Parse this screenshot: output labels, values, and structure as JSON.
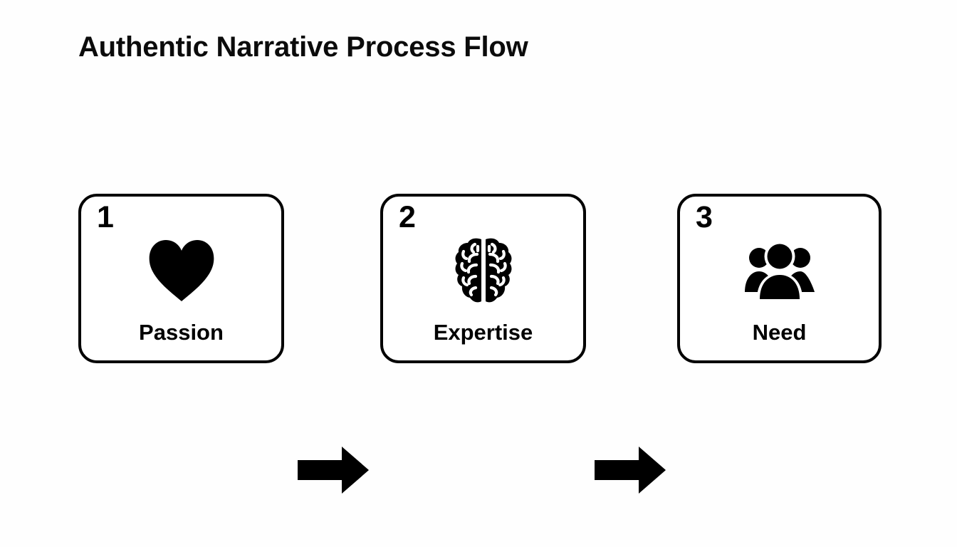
{
  "slide": {
    "title": "Authentic Narrative Process Flow",
    "background_color": "#fefefe",
    "ink_color": "#000000"
  },
  "flow": {
    "steps": [
      {
        "number": "1",
        "label": "Passion",
        "icon": "heart-icon"
      },
      {
        "number": "2",
        "label": "Expertise",
        "icon": "brain-icon"
      },
      {
        "number": "3",
        "label": "Need",
        "icon": "users-group-icon"
      }
    ],
    "connectors": [
      {
        "icon": "arrow-right-icon"
      },
      {
        "icon": "arrow-right-icon"
      }
    ]
  }
}
